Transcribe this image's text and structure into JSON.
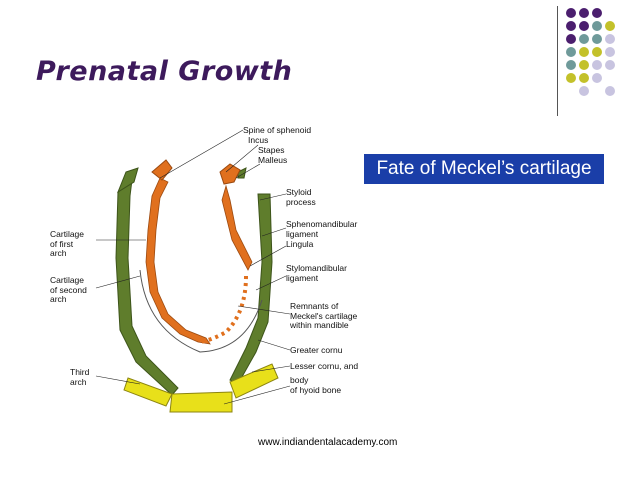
{
  "slide": {
    "title": "Prenatal Growth",
    "callout": "Fate of Meckel’s cartilage",
    "footer": "www.indiandentalacademy.com"
  },
  "diagram": {
    "labels": {
      "spine_of_sphenoid": "Spine of sphenoid",
      "incus": "Incus",
      "stapes": "Stapes",
      "malleus": "Malleus",
      "styloid_process": "Styloid\nprocess",
      "sphenomandibular_ligament": "Sphenomandibular\nligament",
      "lingula": "Lingula",
      "stylomandibular_ligament": "Stylomandibular\nligament",
      "remnants": "Remnants of\nMeckel's cartilage\nwithin mandible",
      "greater_cornu": "Greater cornu",
      "lesser_cornu": "Lesser cornu, and",
      "body_hyoid": "body\nof hyoid bone",
      "cartilage_first_arch": "Cartilage\nof first\narch",
      "cartilage_second_arch": "Cartilage\nof second\narch",
      "third_arch": "Third\narch"
    },
    "colors": {
      "meckel_cartilage": "#e0701e",
      "second_arch": "#5f7d2c",
      "third_arch_hyoid": "#e8e01a"
    }
  },
  "decor": {
    "dot_colors": {
      "purple": "#4b1e6e",
      "teal": "#6f9a9a",
      "olive": "#c3c12a",
      "lilac": "#c8c4e0"
    }
  }
}
